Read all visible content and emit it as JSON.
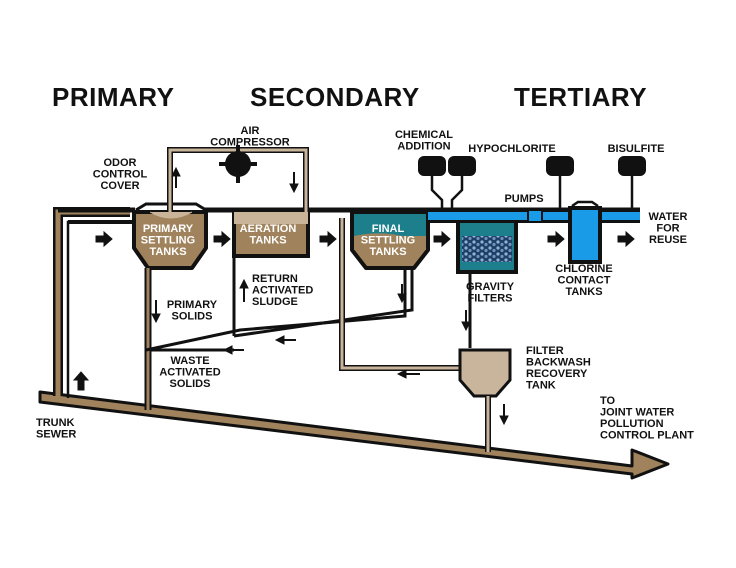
{
  "stages": {
    "primary": "PRIMARY",
    "secondary": "SECONDARY",
    "tertiary": "TERTIARY"
  },
  "labels": {
    "air_compressor": [
      "AIR",
      "COMPRESSOR"
    ],
    "odor_control_cover": [
      "ODOR",
      "CONTROL",
      "COVER"
    ],
    "chemical_addition": [
      "CHEMICAL",
      "ADDITION"
    ],
    "hypochlorite": [
      "HYPOCHLORITE"
    ],
    "bisulfite": [
      "BISULFITE"
    ],
    "pumps": [
      "PUMPS"
    ],
    "water_for_reuse": [
      "WATER",
      "FOR",
      "REUSE"
    ],
    "primary_settling_tanks": [
      "PRIMARY",
      "SETTLING",
      "TANKS"
    ],
    "aeration_tanks": [
      "AERATION",
      "TANKS"
    ],
    "final_settling_tanks": [
      "FINAL",
      "SETTLING",
      "TANKS"
    ],
    "gravity_filters": [
      "GRAVITY",
      "FILTERS"
    ],
    "chlorine_contact_tanks": [
      "CHLORINE",
      "CONTACT",
      "TANKS"
    ],
    "primary_solids": [
      "PRIMARY",
      "SOLIDS"
    ],
    "return_activated_sludge": [
      "RETURN",
      "ACTIVATED",
      "SLUDGE"
    ],
    "waste_activated_solids": [
      "WASTE",
      "ACTIVATED",
      "SOLIDS"
    ],
    "filter_backwash_recovery_tank": [
      "FILTER",
      "BACKWASH",
      "RECOVERY",
      "TANK"
    ],
    "trunk_sewer": [
      "TRUNK",
      "SEWER"
    ],
    "to_joint_plant": [
      "TO",
      "JOINT WATER",
      "POLLUTION",
      "CONTROL PLANT"
    ]
  },
  "colors": {
    "outline": "#111111",
    "sludge": "#a0835c",
    "sludge_light": "#c9b49a",
    "water_teal": "#1d7f8c",
    "water_blue": "#1a9be8",
    "pipe_tan": "#c8b59b"
  }
}
